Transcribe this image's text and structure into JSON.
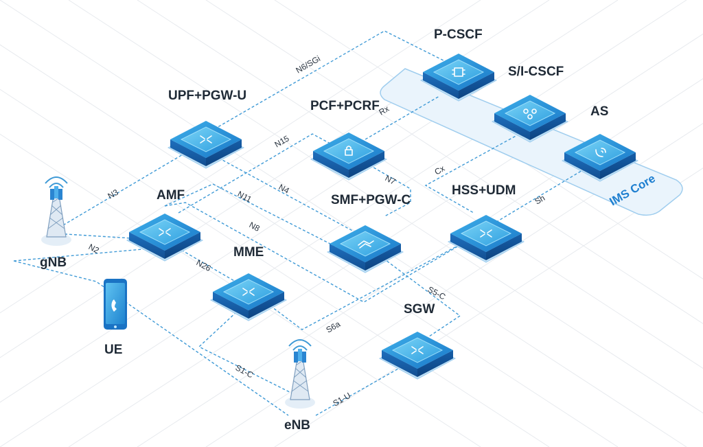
{
  "diagram": {
    "nodes": {
      "p_cscf": "P-CSCF",
      "si_cscf": "S/I-CSCF",
      "as": "AS",
      "upf_pgw_u": "UPF+PGW-U",
      "pcf_pcrf": "PCF+PCRF",
      "amf": "AMF",
      "smf_pgw_c": "SMF+PGW-C",
      "hss_udm": "HSS+UDM",
      "mme": "MME",
      "sgw": "SGW",
      "gnb": "gNB",
      "ue": "UE",
      "enb": "eNB"
    },
    "group_label": "IMS Core",
    "links": {
      "n6_sgi": "N6/SGi",
      "rx": "Rx",
      "n15": "N15",
      "n7": "N7",
      "n3": "N3",
      "n4": "N4",
      "n11": "N11",
      "n8": "N8",
      "n2": "N2",
      "n26": "N26",
      "cx": "Cx",
      "sh": "Sh",
      "s5_c": "S5-C",
      "s6a": "S6a",
      "s1_c": "S1-C",
      "s1_u": "S1-U"
    },
    "colors": {
      "accent": "#1e7fd0",
      "link": "#3f9ad6",
      "box_dark": "#1565b0",
      "box_top": "#2a97dc",
      "box_inner": "#5cc3f0",
      "platform": "#b7dcf5",
      "ims_panel": "#e9f3fb",
      "text": "#1f2a36"
    }
  }
}
